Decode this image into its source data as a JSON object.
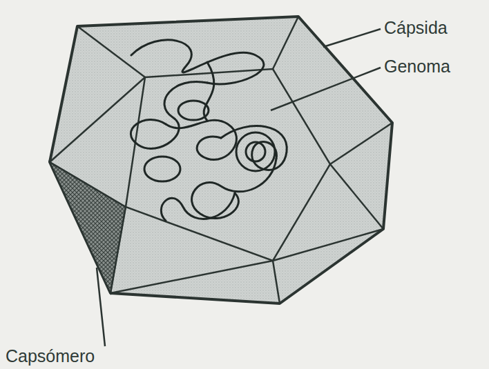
{
  "diagram": {
    "labels": [
      "Cápsida",
      "Genoma",
      "Capsómero"
    ]
  }
}
